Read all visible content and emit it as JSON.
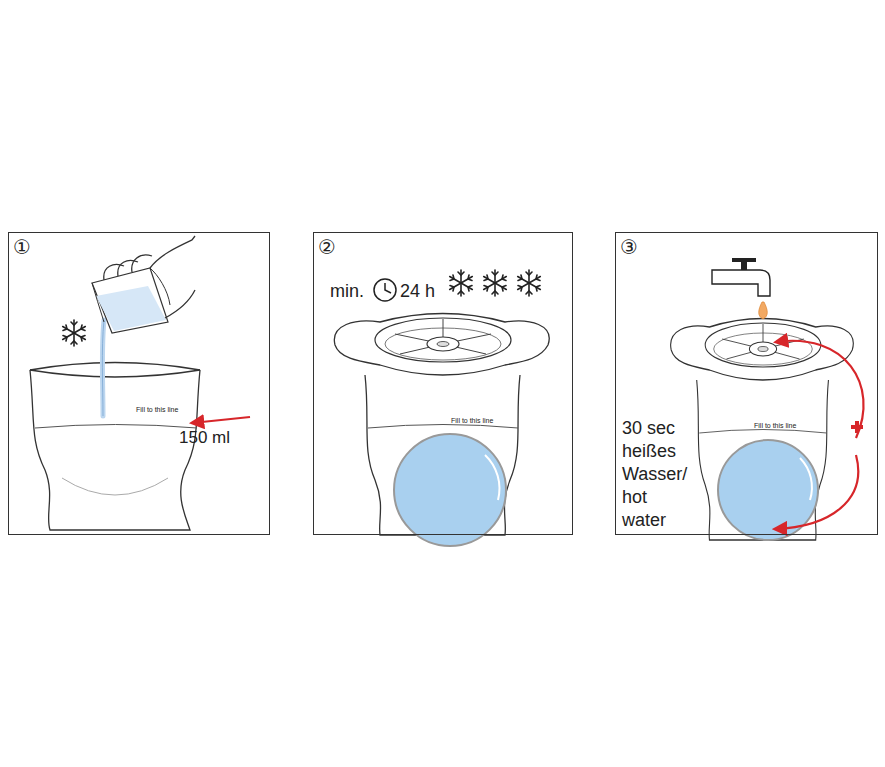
{
  "diagram": {
    "nodes": [
      {
        "text": [
          "①",
          "Fill to this line",
          "150 ml"
        ]
      },
      {
        "text": [
          "②",
          "min.",
          "24 h",
          "Fill to this line"
        ]
      },
      {
        "text": [
          "③",
          "Fill to this line",
          "30 sec heißes Wasser/ hot water"
        ]
      }
    ]
  }
}
